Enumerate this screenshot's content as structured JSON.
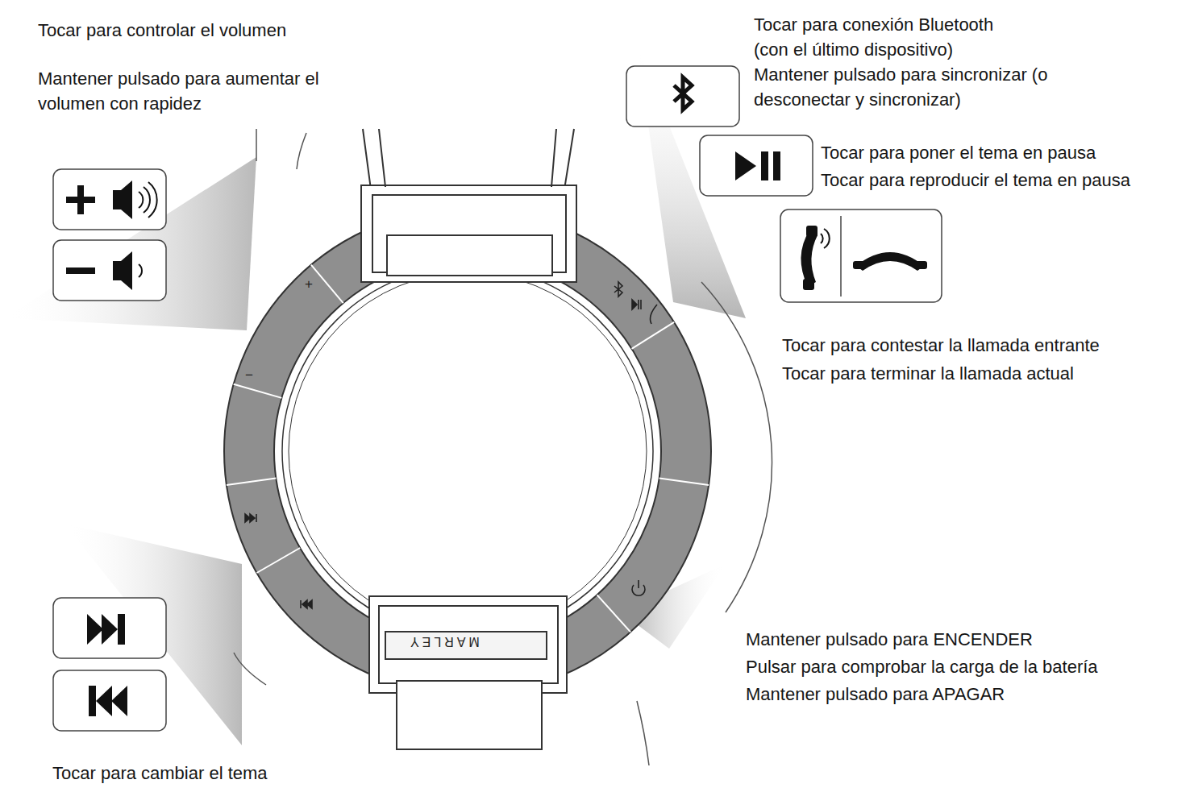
{
  "diagram": {
    "labels": [
      "Tocar para controlar el volumen",
      "Mantener pulsado para aumentar el volumen con rapidez",
      "Tocar para conexión Bluetooth (con el último dispositivo)",
      "Mantener pulsado para sincronizar (o desconectar y sincronizar)",
      "Tocar para poner el tema en pausa",
      "Tocar para reproducir el tema en pausa",
      "Tocar para contestar la llamada entrante",
      "Tocar para terminar la llamada actual",
      "Mantener pulsado para ENCENDER",
      "Pulsar para comprobar la carga de la batería",
      "Mantener pulsado para APAGAR",
      "Tocar para cambiar el tema",
      "+",
      "−",
      "MARLEY"
    ]
  }
}
